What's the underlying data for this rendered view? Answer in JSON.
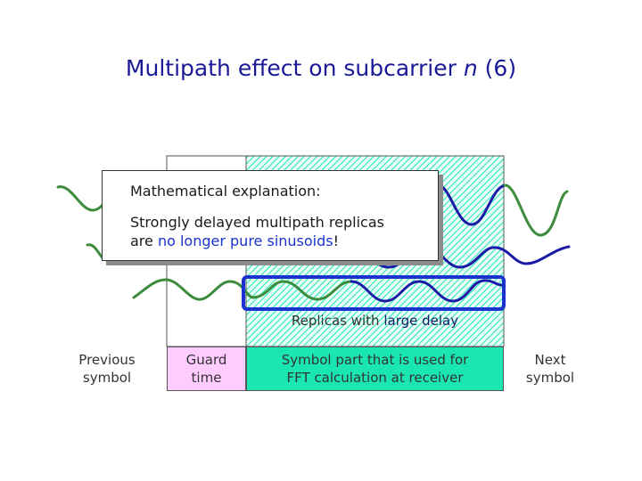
{
  "title": {
    "prefix": "Multipath effect on subcarrier ",
    "variable": "n",
    "suffix": " (6)"
  },
  "explanation": {
    "heading": "Mathematical explanation:",
    "line1": "Strongly delayed multipath replicas",
    "line2_prefix": "are ",
    "line2_highlight": "no longer pure sinusoids",
    "line2_suffix": "!"
  },
  "replica_label": {
    "prefix": "Replicas with ",
    "highlight": "large delay"
  },
  "labels": {
    "previous_line1": "Previous",
    "previous_line2": "symbol",
    "guard_line1": "Guard",
    "guard_line2": "time",
    "fft_line1": "Symbol part that is used for",
    "fft_line2": "FFT calculation at receiver",
    "next_line1": "Next",
    "next_line2": "symbol"
  },
  "colors": {
    "title": "#1a1a99",
    "green_wave": "#3d8c3d",
    "blue_wave": "#1a1aa6",
    "highlight_frame": "#1a33cc",
    "guard_fill": "#ffccff",
    "fft_fill": "#1ae6b2",
    "hatch": "#1ae6b2"
  }
}
